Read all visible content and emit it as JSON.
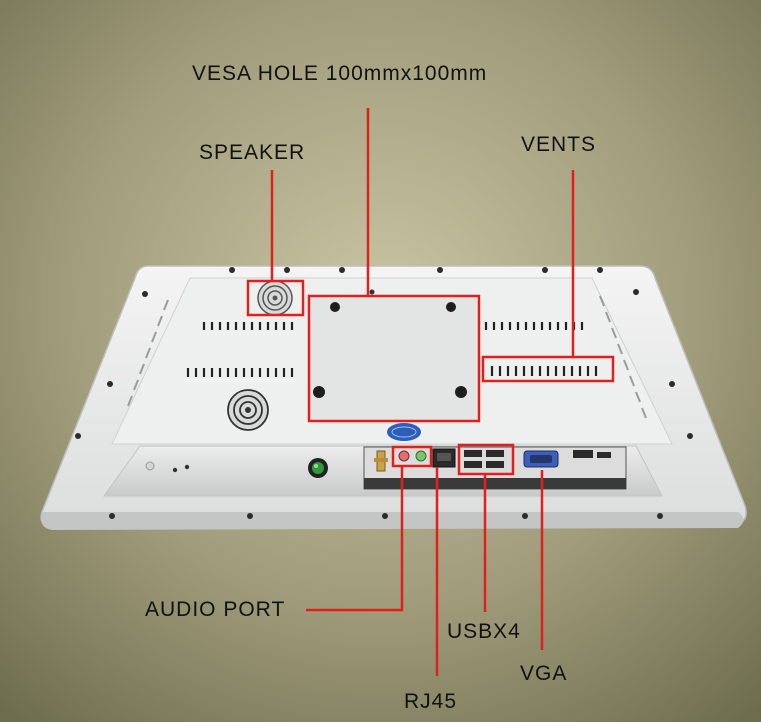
{
  "labels": {
    "vesa": "VESA HOLE 100mmx100mm",
    "speaker": "SPEAKER",
    "vents": "VENTS",
    "audio": "AUDIO PORT",
    "usb": "USBX4",
    "vga": "VGA",
    "rj45": "RJ45"
  },
  "colors": {
    "callout": "#e0201c",
    "panel": "#e9eaea",
    "background": "#8c8a6a"
  }
}
